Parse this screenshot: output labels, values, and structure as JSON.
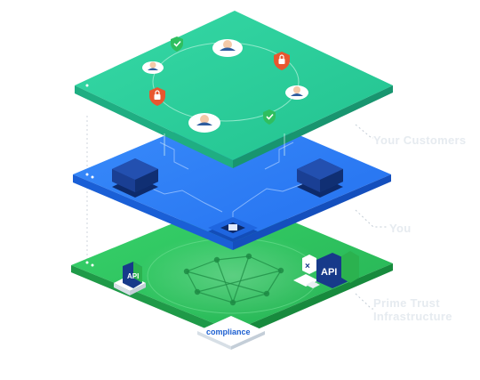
{
  "layers": [
    {
      "id": "customers",
      "label": "Your Customers",
      "color": "#27cf99",
      "contents": [
        "user-avatar",
        "user-avatar",
        "user-avatar",
        "user-avatar",
        "check-shield-icon",
        "check-shield-icon",
        "lock-shield-icon",
        "lock-shield-icon"
      ]
    },
    {
      "id": "you",
      "label": "You",
      "color": "#2c7df6",
      "contents": [
        "server-block",
        "server-block",
        "chip-icon"
      ]
    },
    {
      "id": "prime-trust",
      "label_lines": [
        "Prime Trust",
        "Infrastructure"
      ],
      "color": "#2fc05e",
      "contents": [
        "api-cube",
        "api-cube",
        "network-graph"
      ]
    }
  ],
  "tags": {
    "api_left": "API",
    "api_right": "API",
    "compliance": "compliance"
  },
  "colors": {
    "customers_top": "#2fd3a0",
    "customers_side": "#1fae82",
    "you_top": "#2f86fb",
    "you_side": "#1a5fd6",
    "prime_top": "#2fc462",
    "prime_side": "#1f9a48",
    "label_text": "#e6ebf0",
    "alert": "#e8572f"
  }
}
